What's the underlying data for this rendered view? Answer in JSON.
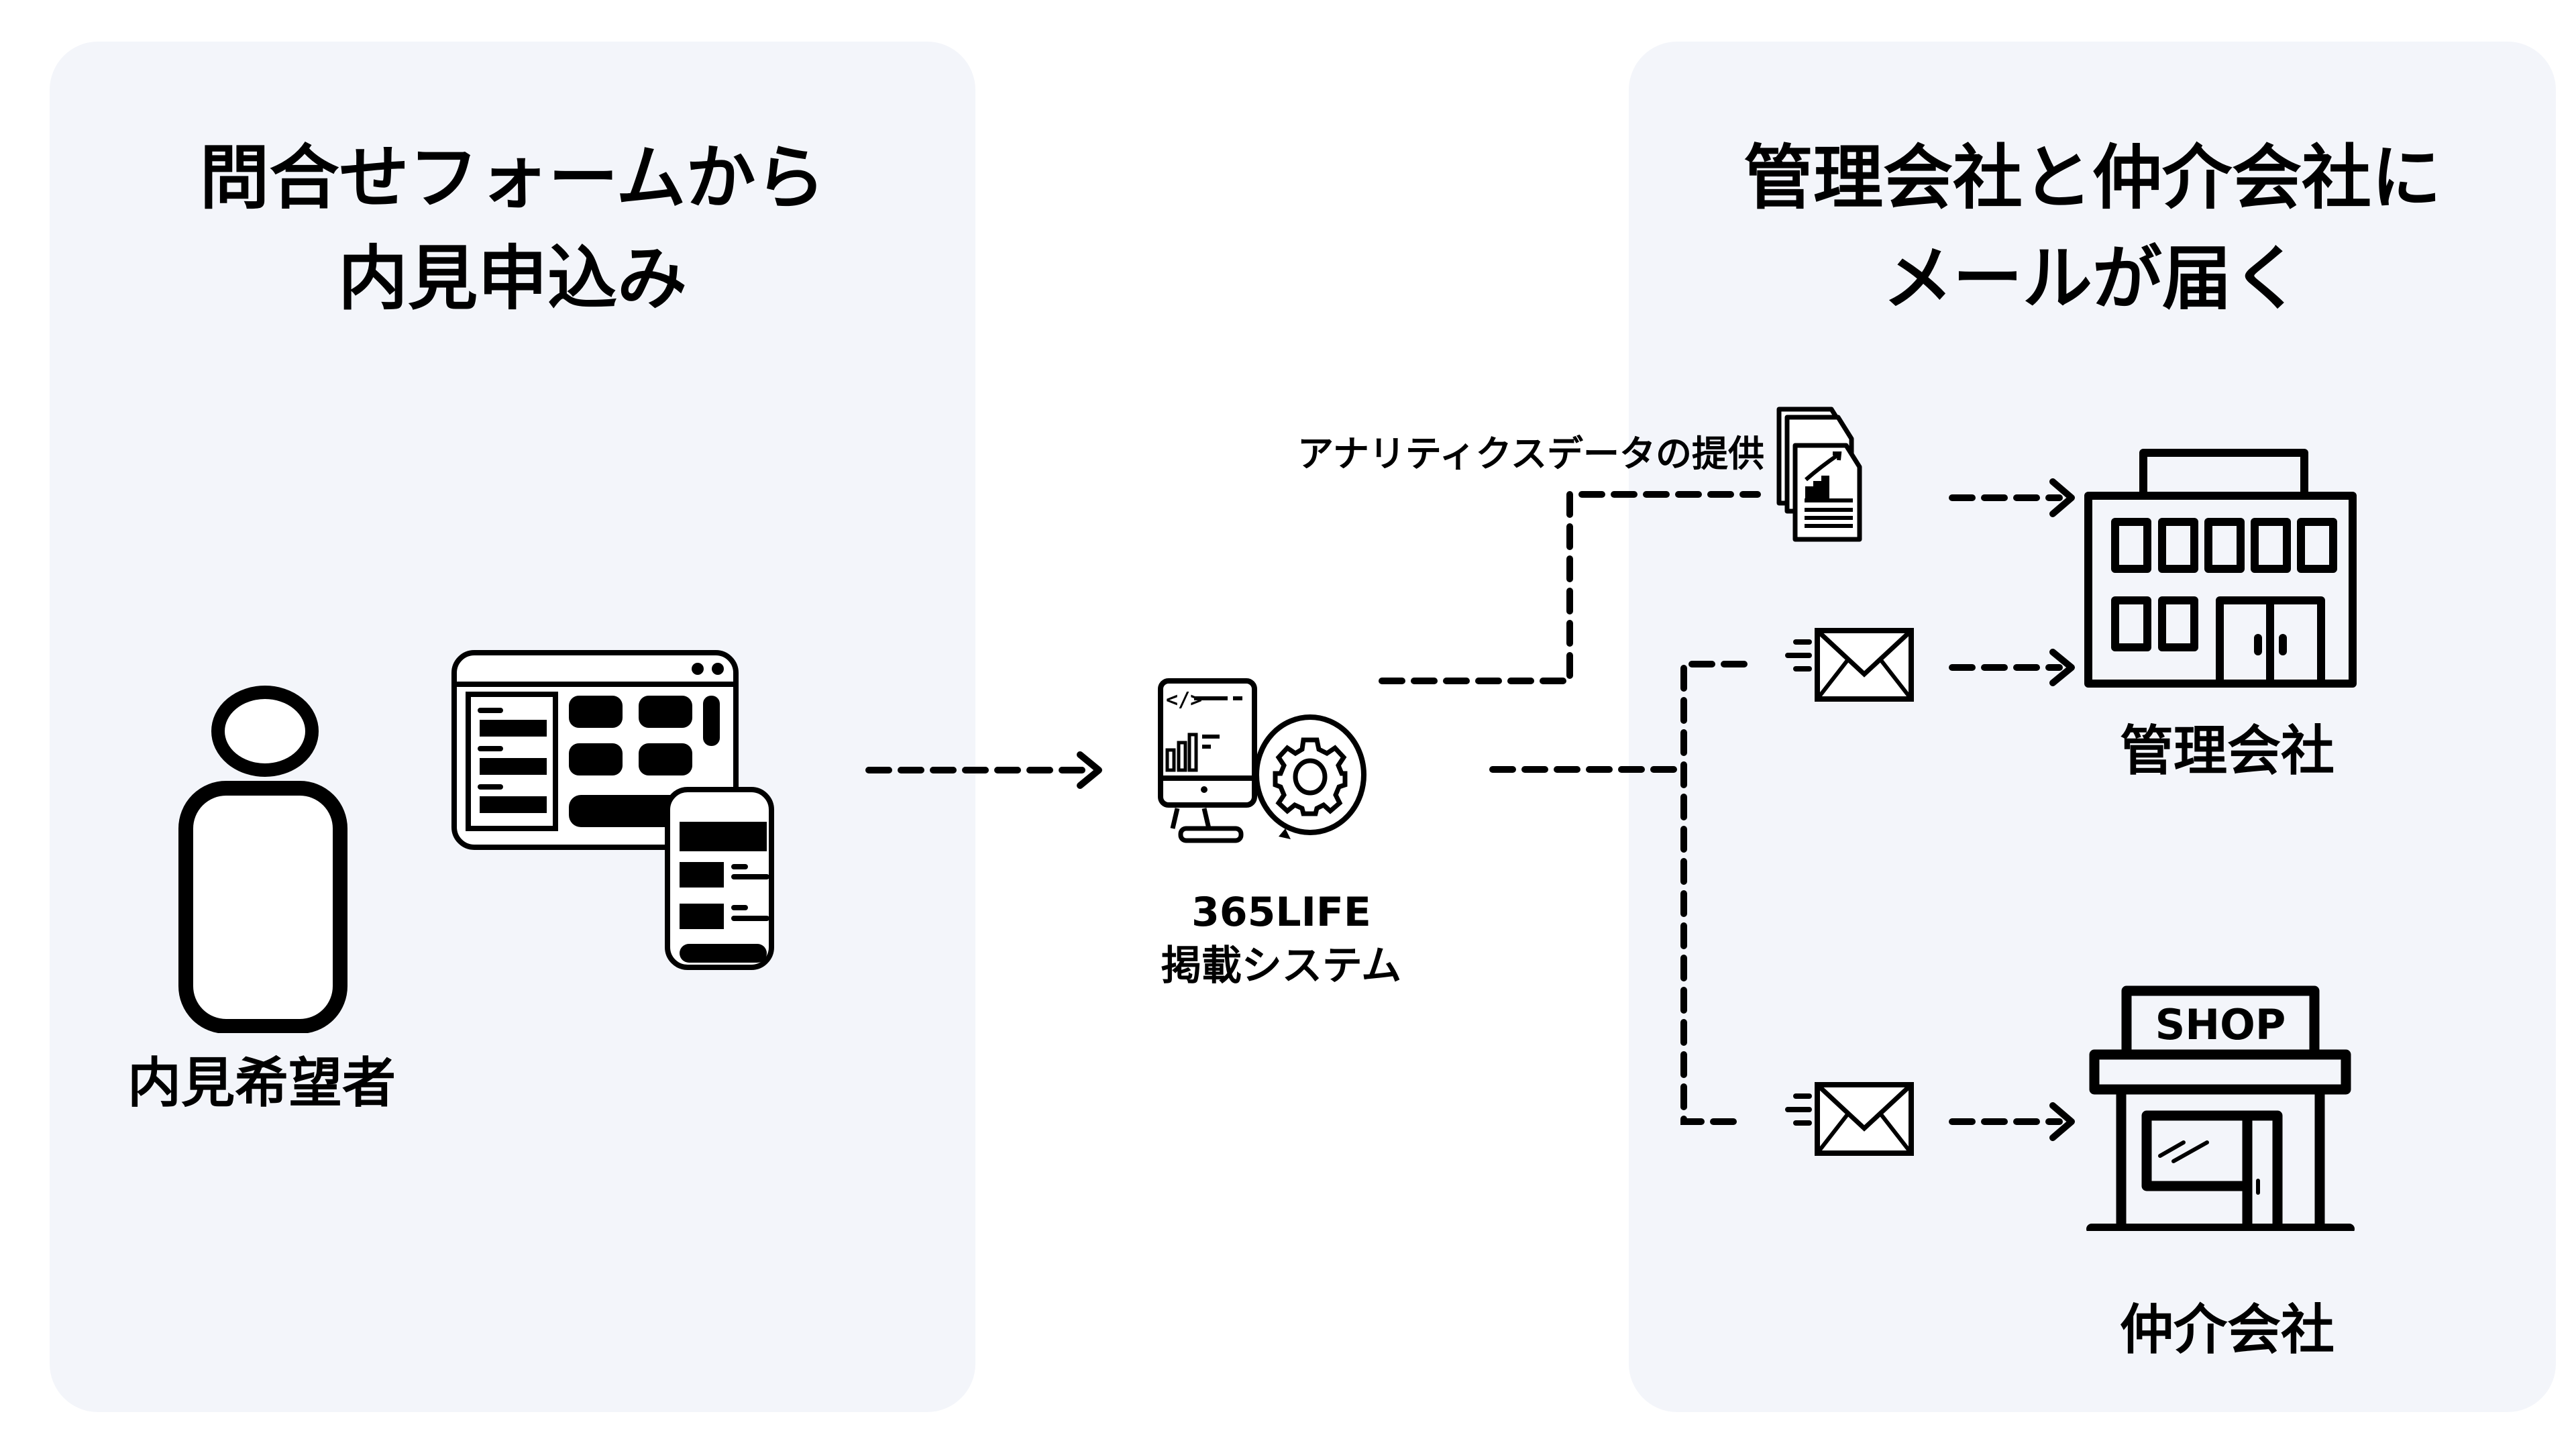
{
  "left_panel": {
    "title_line1": "問合せフォームから",
    "title_line2": "内見申込み",
    "person_label": "内見希望者"
  },
  "center": {
    "system_name": "365LIFE",
    "system_label": "掲載システム",
    "analytics_label": "アナリティクスデータの提供"
  },
  "right_panel": {
    "title_line1": "管理会社と仲介会社に",
    "title_line2": "メールが届く",
    "management_label": "管理会社",
    "broker_label": "仲介会社",
    "shop_sign": "SHOP"
  },
  "colors": {
    "panel_bg": "#f3f5fa",
    "ink": "#000000",
    "page_bg": "#ffffff"
  }
}
